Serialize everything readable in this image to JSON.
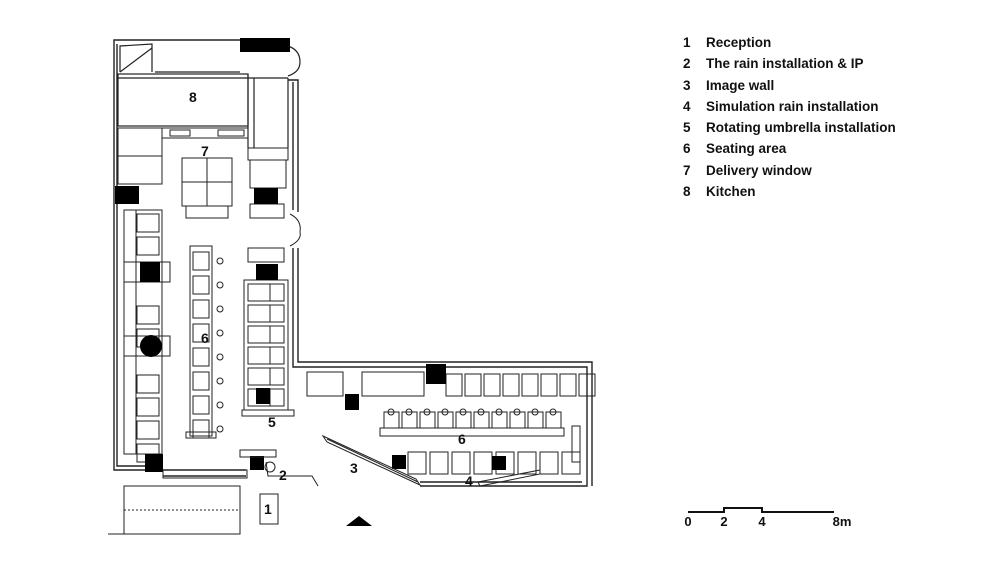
{
  "plan": {
    "labels": [
      {
        "id": "8",
        "text": "8"
      },
      {
        "id": "7",
        "text": "7"
      },
      {
        "id": "6a",
        "text": "6"
      },
      {
        "id": "6b",
        "text": "6"
      },
      {
        "id": "5",
        "text": "5"
      },
      {
        "id": "3",
        "text": "3"
      },
      {
        "id": "2",
        "text": "2"
      },
      {
        "id": "4",
        "text": "4"
      },
      {
        "id": "1",
        "text": "1"
      }
    ]
  },
  "legend": {
    "items": [
      {
        "num": "1",
        "label": "Reception"
      },
      {
        "num": "2",
        "label": "The rain installation & IP"
      },
      {
        "num": "3",
        "label": "Image wall"
      },
      {
        "num": "4",
        "label": "Simulation rain installation"
      },
      {
        "num": "5",
        "label": "Rotating umbrella installation"
      },
      {
        "num": "6",
        "label": "Seating area"
      },
      {
        "num": "7",
        "label": "Delivery window"
      },
      {
        "num": "8",
        "label": "Kitchen"
      }
    ]
  },
  "scale_bar": {
    "ticks": [
      "0",
      "2",
      "4",
      "8m"
    ]
  },
  "colors": {
    "line": "#222222",
    "fill": "#000000",
    "background": "#ffffff"
  }
}
